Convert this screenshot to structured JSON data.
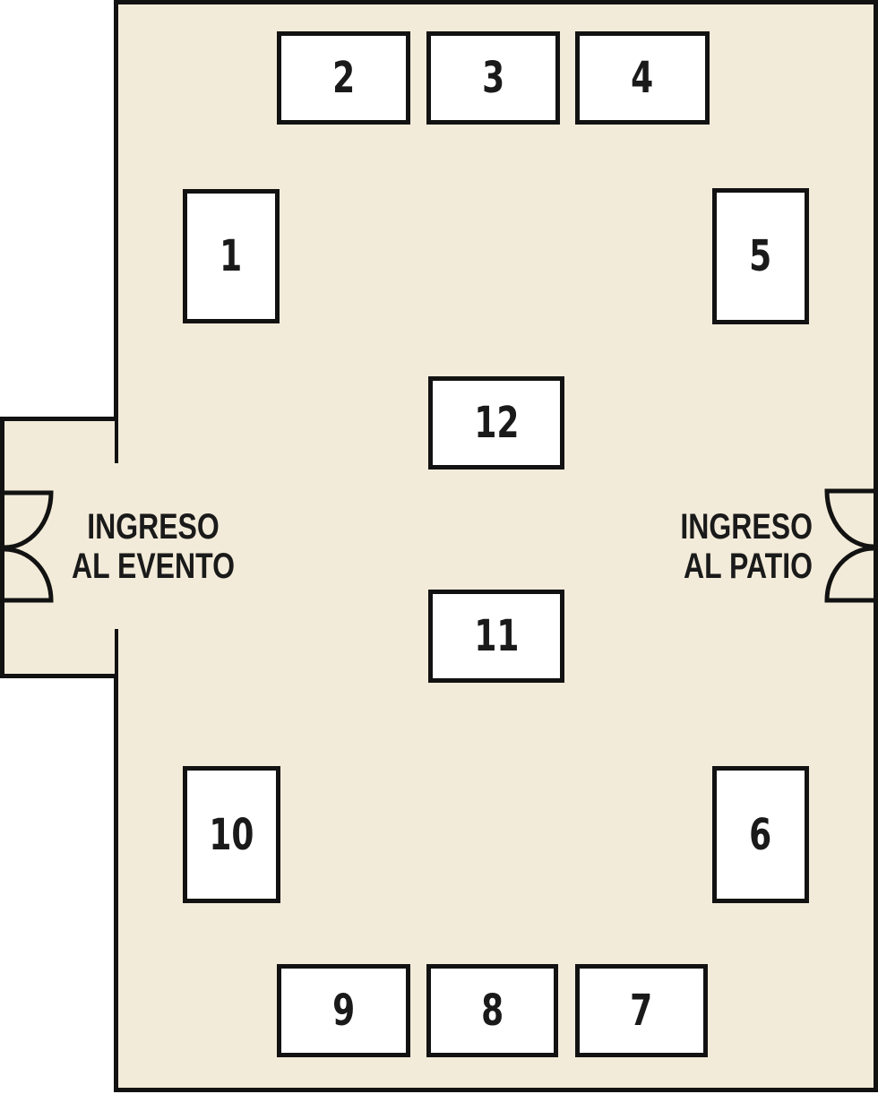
{
  "theme": {
    "background": "#ffffff",
    "room_fill": "#f3ebd9",
    "wall_color": "#121212",
    "booth_fill": "#ffffff",
    "text_color": "#1a1a1a"
  },
  "entrances": {
    "left": {
      "line1": "INGRESO",
      "line2": "AL EVENTO"
    },
    "right": {
      "line1": "INGRESO",
      "line2": "AL PATIO"
    }
  },
  "booths": [
    {
      "label": "1"
    },
    {
      "label": "2"
    },
    {
      "label": "3"
    },
    {
      "label": "4"
    },
    {
      "label": "5"
    },
    {
      "label": "6"
    },
    {
      "label": "7"
    },
    {
      "label": "8"
    },
    {
      "label": "9"
    },
    {
      "label": "10"
    },
    {
      "label": "11"
    },
    {
      "label": "12"
    }
  ]
}
